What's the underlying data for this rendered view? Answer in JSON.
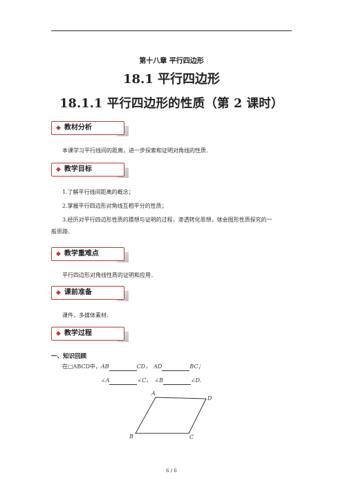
{
  "header": {
    "chapter": "第十八章    平行四边形",
    "section": "18.1    平行四边形",
    "lesson": "18.1.1    平行四边形的性质（第  2  课时）"
  },
  "sections": [
    {
      "label": "教材分析",
      "lines": [
        "本课学习平行线间的距离，进一步探索和证明对角线的性质．"
      ]
    },
    {
      "label": "教学目标",
      "lines": [
        "1.了解平行线间距离的概念；",
        "2.掌握平行四边形对角线互相平分的性质；",
        "3.经历对平行四边形性质的猜想与证明的过程，渗透转化思想，体会图形性质探究的一",
        "般思路．"
      ]
    },
    {
      "label": "教学重难点",
      "lines": [
        "平行四边形对角线性质的证明和应用．"
      ]
    },
    {
      "label": "课前准备",
      "lines": [
        "课件，多媒体素材．"
      ]
    },
    {
      "label": "教学过程",
      "lines": []
    }
  ],
  "review": {
    "title": "一、知识回顾",
    "line1": {
      "prefix": "在□ABCD中，",
      "a": "AB",
      "b": "CD，",
      "c": "AD",
      "d": "BC；"
    },
    "line2": {
      "a": "∠A",
      "b": "∠C，",
      "c": "∠B",
      "d": "∠D."
    }
  },
  "figure": {
    "labels": {
      "A": "A",
      "B": "B",
      "C": "C",
      "D": "D"
    }
  },
  "footer": {
    "page": "6 / 6"
  }
}
